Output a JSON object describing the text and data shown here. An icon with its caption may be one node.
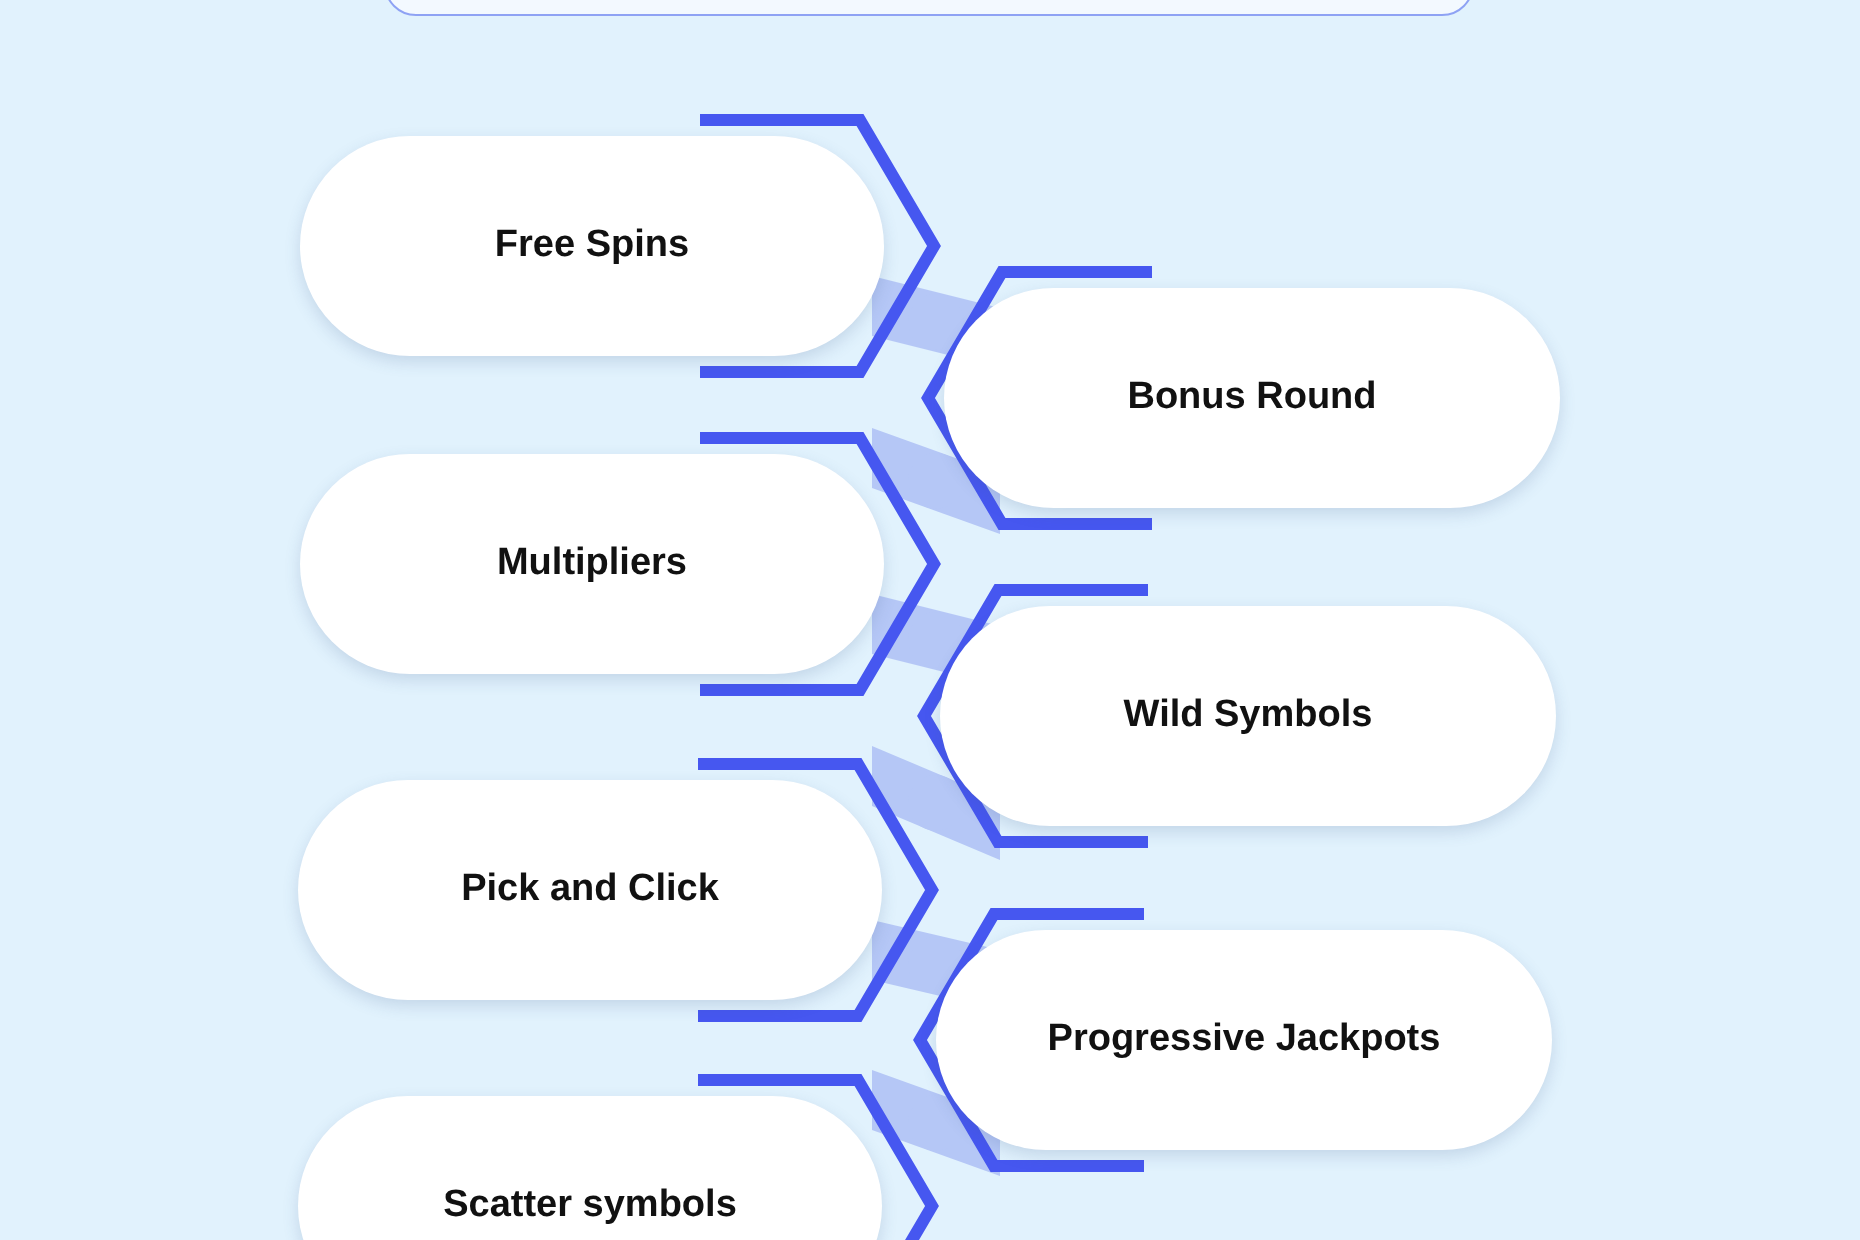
{
  "diagram": {
    "nodes": [
      {
        "text": [],
        "shape": "box"
      },
      {
        "text": [
          "Free Spins"
        ]
      },
      {
        "text": [
          "Bonus Round"
        ]
      },
      {
        "text": [
          "Multipliers"
        ]
      },
      {
        "text": [
          "Wild Symbols"
        ]
      },
      {
        "text": [
          "Pick and Click"
        ]
      },
      {
        "text": [
          "Progressive Jackpots"
        ]
      },
      {
        "text": [
          "Scatter symbols"
        ]
      }
    ]
  }
}
